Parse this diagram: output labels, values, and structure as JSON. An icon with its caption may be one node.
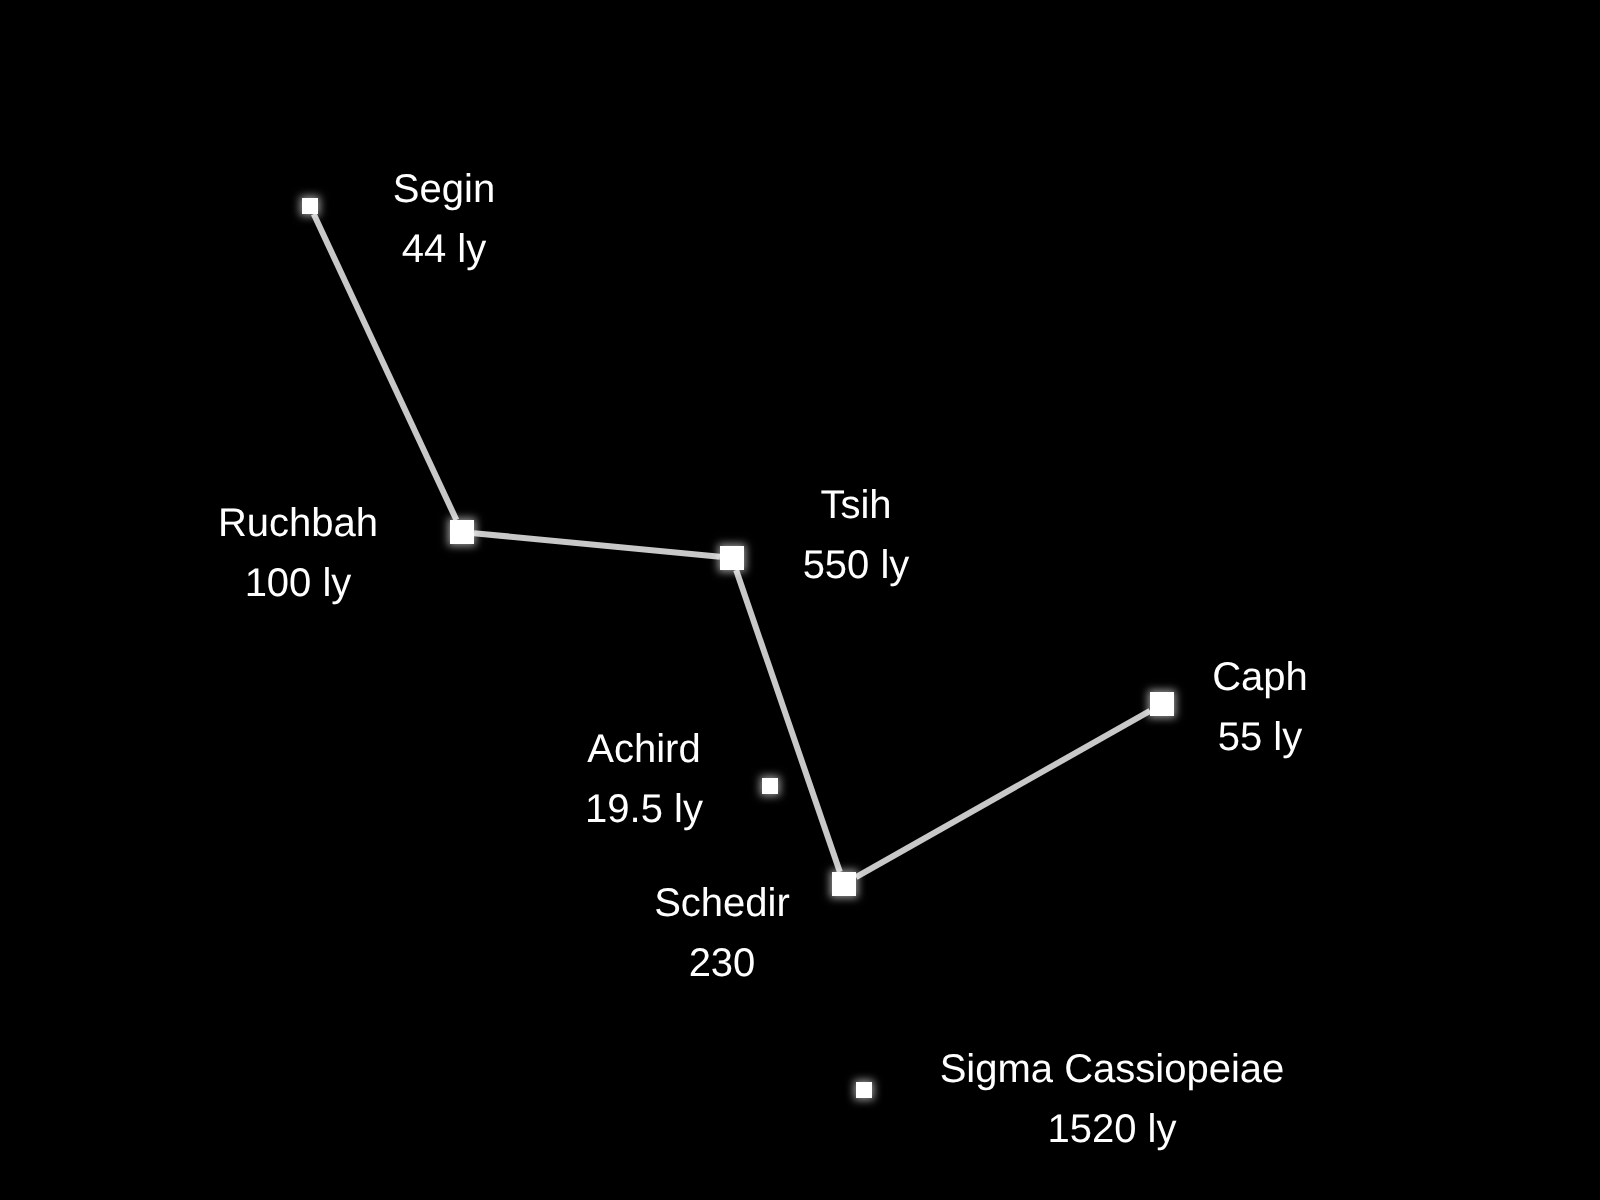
{
  "diagram": {
    "nodes": [
      {
        "text": [],
        "shape": "box",
        "beside": [
          "Segin",
          "44 ly"
        ]
      },
      {
        "text": [],
        "shape": "box",
        "beside": [
          "Ruchbah",
          "100 ly"
        ]
      },
      {
        "text": [],
        "shape": "box",
        "beside": [
          "Tsih",
          "550 ly"
        ]
      },
      {
        "text": [],
        "shape": "box",
        "beside": [
          "Achird",
          "19.5 ly"
        ]
      },
      {
        "text": [],
        "shape": "box",
        "beside": [
          "Schedir",
          "230"
        ]
      },
      {
        "text": [],
        "shape": "box",
        "beside": [
          "Caph",
          "55 ly"
        ]
      },
      {
        "text": [],
        "shape": "box",
        "beside": [
          "Sigma Cassiopeiae",
          "1520 ly"
        ]
      }
    ],
    "edges": [
      {
        "from": 0,
        "to": 1,
        "arrow": "none"
      },
      {
        "from": 1,
        "to": 2,
        "arrow": "none"
      },
      {
        "from": 2,
        "to": 4,
        "arrow": "none"
      },
      {
        "from": 4,
        "to": 5,
        "arrow": "none"
      }
    ]
  }
}
